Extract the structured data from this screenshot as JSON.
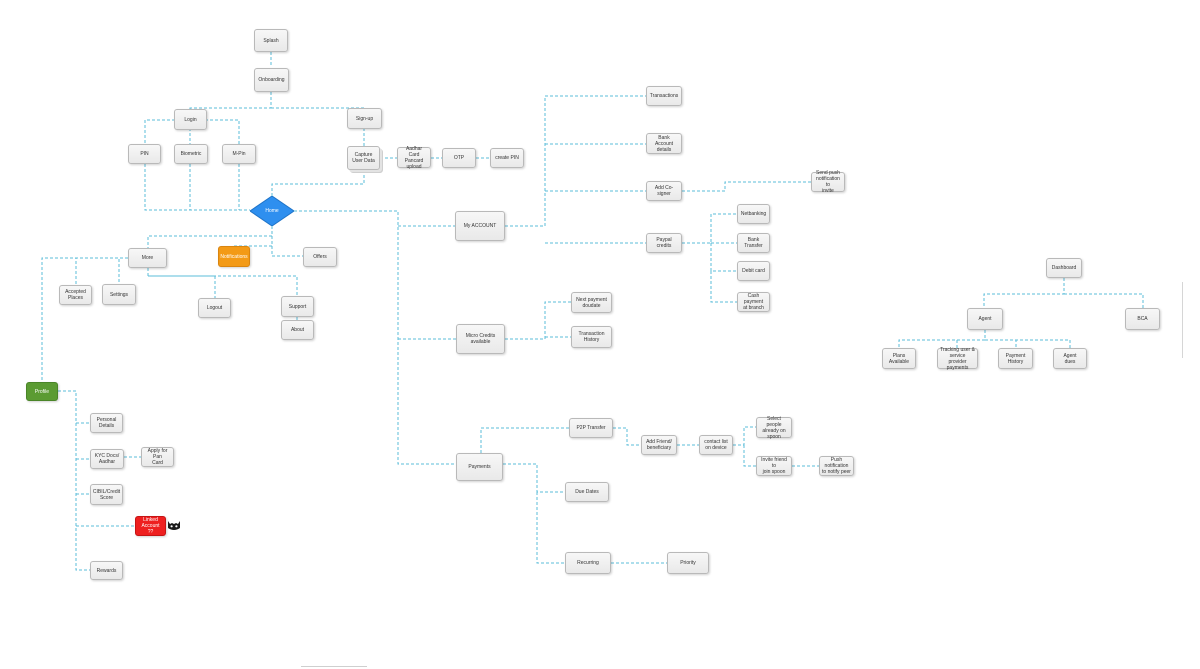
{
  "nodes": {
    "splash": "Splash",
    "onboarding": "Onboarding",
    "login": "Login",
    "signup": "Sign-up",
    "pin": "PIN",
    "biometric": "Biometric",
    "mpin": "M-Pin",
    "capture": "Capture\nUser Data",
    "aadhar_upload": "Aadhar Card\nPancard\nupload",
    "otp": "OTP",
    "create_pin": "create PIN",
    "home": "Home",
    "more": "More",
    "notifications": "Notifications",
    "offers": "Offers",
    "accepted_places": "Accepted\nPlaces",
    "settings": "Settings",
    "logout": "Logout",
    "support": "Support",
    "about": "About",
    "profile": "Profile",
    "personal_details": "Personal\nDetails",
    "kyc": "KYC Docs/\nAadhar",
    "apply_pan": "Apply for Pan\nCard",
    "cibil": "CIBIL/Credit\nScore",
    "linked_account": "Linked Account\n??",
    "rewards": "Rewards",
    "my_account": "My ACCOUNT",
    "transactions": "Transactions",
    "bank_account": "Bank Account\ndetails",
    "add_cosigner": "Add Co-signer",
    "send_push": "Send push\nnotification to\ninvite",
    "paypal_credits": "Paypal credits",
    "netbanking": "Netbanking",
    "bank_transfer": "Bank Transfer",
    "debit_card": "Debit card",
    "cash_payment": "Cash payment\nat branch",
    "micro_credits": "Micro Credits\navailable",
    "next_payment": "Next payment\ndoudate",
    "transaction_history": "Transaction\nHistory",
    "payments": "Payments",
    "p2p_transfer": "P2P Transfer",
    "add_friend": "Add Friend/\nbeneficiary",
    "contact_list": "contact list\non device",
    "select_people": "Select people\nalready on\nspoon",
    "invite_friend": "Invite friend to\njoin spoon",
    "push_notify_peer": "Push notification\nto notify peer",
    "due_dates": "Due Dates",
    "recurring": "Recurring",
    "priority": "Priority",
    "dashboard": "Dashboard",
    "agent": "Agent",
    "bca": "BCA",
    "plans_available": "Plans\nAvailable",
    "tracking_user": "Tracking user &\nservice provider\npayments",
    "payment_history": "Payment\nHistory",
    "agent_dues": "Agent\ndues"
  },
  "colors": {
    "connector": "#5bbcd9",
    "home": "#2e8fef",
    "profile": "#5b9b32",
    "notifications": "#f39a16",
    "linked_account": "#ee1f1f"
  },
  "icons": {
    "linked_account_badge": "batman-mask-icon"
  }
}
